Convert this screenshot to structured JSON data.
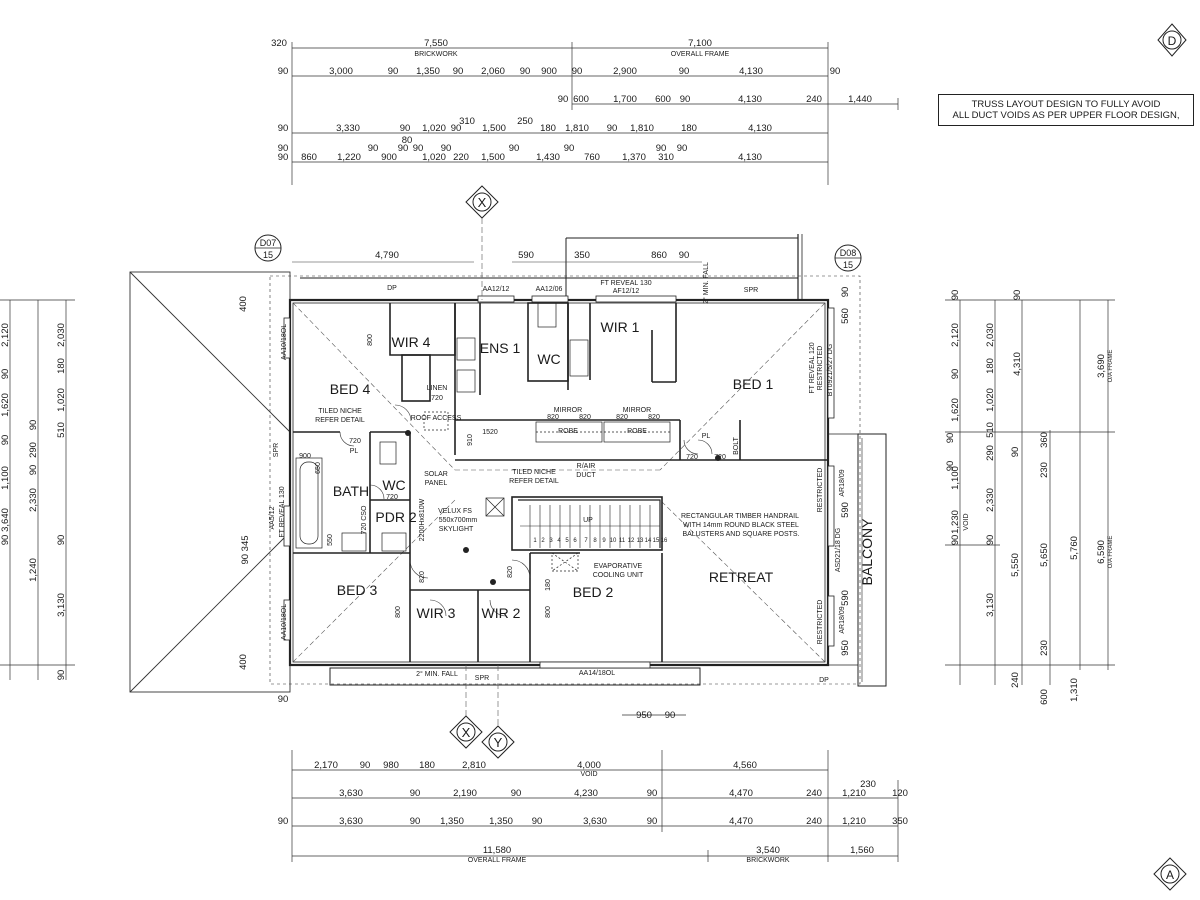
{
  "note": {
    "line1": "TRUSS LAYOUT DESIGN TO FULLY AVOID",
    "line2": "ALL DUCT VOIDS AS PER UPPER FLOOR DESIGN,"
  },
  "markers": {
    "north_top": "D",
    "south_bottom": "A",
    "section_x": "X",
    "section_y": "Y",
    "d07_top": "D07",
    "d07_bottom": "15",
    "d08_top": "D08",
    "d08_bottom": "15"
  },
  "rooms": {
    "wir4": "WIR 4",
    "ens1": "ENS 1",
    "wc_ens": "WC",
    "wir1": "WIR 1",
    "bed4": "BED 4",
    "bed1": "BED 1",
    "bath": "BATH",
    "wc": "WC",
    "pdr2": "PDR 2",
    "bed3": "BED 3",
    "wir3": "WIR 3",
    "wir2": "WIR 2",
    "bed2": "BED 2",
    "retreat": "RETREAT",
    "balcony": "BALCONY"
  },
  "labels": {
    "dp_top": "DP",
    "aa12_12": "AA12/12",
    "aa12_06": "AA12/06",
    "ft_reveal_130": "FT REVEAL 130",
    "af12_12": "AF12/12",
    "min_fall_top": "2° MIN. FALL",
    "spr_top": "SPR",
    "linen": "LINEN",
    "linen_720": "720",
    "roof_access": "ROOF ACCESS",
    "tiled_niche_1": "TILED NICHE",
    "refer_detail_1": "REFER DETAIL",
    "tiled_niche_2": "TILED NICHE",
    "refer_detail_2": "REFER DETAIL",
    "mirror_1": "MIRROR",
    "mirror_2": "MIRROR",
    "robe_1": "ROBE",
    "robe_2": "ROBE",
    "r_air_duct_1": "R/AIR",
    "r_air_duct_2": "DUCT",
    "solar_panel_1": "SOLAR",
    "solar_panel_2": "PANEL",
    "velux_1": "VELUX FS",
    "velux_2": "550x700mm",
    "velux_3": "SKYLIGHT",
    "handrail_1": "RECTANGULAR TIMBER HANDRAIL",
    "handrail_2": "WITH 14mm ROUND BLACK STEEL",
    "handrail_3": "BALUSTERS AND SQUARE POSTS.",
    "evap_1": "EVAPORATIVE",
    "evap_2": "COOLING UNIT",
    "restricted": "RESTRICTED",
    "pl": "PL",
    "bolt": "BOLT",
    "spr_left": "SPR",
    "aa10_18ol": "AA10/18OL",
    "aa5_12": "AA5/12",
    "ft_reveal_130_left": "FT REVEAL 130",
    "ft_reveal_120": "FT REVEAL 120",
    "bt0921": "BT0921/5/27 DG",
    "ar18_09": "AR18/09",
    "asd21_18": "ASD21/18 DG",
    "aa14_18ol": "AA14/18OL",
    "spr_bottom": "SPR",
    "min_fall_bottom": "2° MIN. FALL",
    "dp_bottom": "DP",
    "d1520": "1520",
    "d910": "910",
    "d820a": "820",
    "d820b": "820",
    "d820c": "820",
    "d820d": "820",
    "d720a": "720",
    "d720b": "720",
    "d720c": "720",
    "d720d": "720",
    "d800a": "800",
    "d800b": "800",
    "d800c": "800",
    "d180": "180",
    "d900": "900",
    "d650": "650",
    "d550": "550",
    "d720cso": "720 CSO",
    "d2200x810": "2200Hx810W",
    "up": "UP",
    "stair_nums": [
      "1",
      "2",
      "3",
      "4",
      "5",
      "6",
      "7",
      "8",
      "9",
      "10",
      "11",
      "12",
      "13",
      "14",
      "15",
      "16"
    ],
    "d950": "950",
    "d90_left": "90",
    "d90_mid": "90",
    "d590": "590",
    "d860": "860",
    "d350": "350",
    "d4790": "4,790",
    "d90x1": "90",
    "d590_right": "590",
    "d950_right": "950",
    "d560": "560",
    "d400_top": "400",
    "d400_bot": "400",
    "d90_345": "90 345"
  },
  "dims_top": {
    "row1": [
      "320",
      "7,550",
      "BRICKWORK",
      "7,100",
      "OVERALL FRAME"
    ],
    "row2": [
      "90",
      "3,000",
      "90",
      "1,350",
      "90",
      "2,060",
      "90",
      "900",
      "90",
      "2,900",
      "90",
      "4,130",
      "90"
    ],
    "row3": [
      "90",
      "600",
      "1,700",
      "600",
      "90",
      "4,130",
      "240",
      "1,440"
    ],
    "row4": [
      "90",
      "3,330",
      "90",
      "1,020",
      "90",
      "310",
      "1,500",
      "250",
      "180",
      "1,810",
      "90",
      "1,810",
      "180",
      "4,130"
    ],
    "row4b": [
      "80"
    ],
    "row5": [
      "90",
      "860",
      "1,220",
      "90",
      "900",
      "90",
      "1,020",
      "220",
      "1,500",
      "90",
      "1,430",
      "90",
      "760",
      "1,370",
      "310",
      "90",
      "4,130"
    ],
    "row5b": [
      "90",
      "90",
      "90",
      "90",
      "90",
      "90",
      "90",
      "90"
    ]
  },
  "dims_bottom": {
    "row1": [
      "2,170",
      "90",
      "980",
      "180",
      "2,810",
      "4,000",
      "VOID",
      "4,560"
    ],
    "row2": [
      "3,630",
      "90",
      "2,190",
      "90",
      "4,230",
      "90",
      "4,470",
      "240",
      "1,210",
      "120",
      "230"
    ],
    "row3": [
      "90",
      "3,630",
      "90",
      "1,350",
      "1,350",
      "90",
      "3,630",
      "90",
      "4,470",
      "240",
      "1,210",
      "350"
    ],
    "row4": [
      "11,580",
      "OVERALL FRAME",
      "3,540",
      "BRICKWORK",
      "1,560"
    ]
  },
  "dims_right": {
    "col1": [
      "90",
      "2,120",
      "90",
      "1,620",
      "90",
      "1,100",
      "90",
      "1,230",
      "VOID",
      "90",
      "5,550",
      "3,130",
      "240",
      "600"
    ],
    "col1b": [
      "2,030",
      "180",
      "1,020",
      "510",
      "290",
      "90",
      "2,330",
      "90"
    ],
    "col2": [
      "4,310",
      "90",
      "360",
      "230",
      "5,650",
      "230",
      "1,310"
    ],
    "col3": [
      "3,690",
      "O/A FRAME",
      "5,760",
      "6,590",
      "O/A FRAME"
    ]
  },
  "dims_left": {
    "col1": [
      "2,120",
      "90",
      "1,620",
      "90",
      "1,100",
      "90",
      "3,640",
      "1,240",
      "3,130",
      "90"
    ],
    "col2": [
      "2,030",
      "180",
      "1,020",
      "510",
      "90",
      "290",
      "90",
      "2,330",
      "90"
    ]
  }
}
